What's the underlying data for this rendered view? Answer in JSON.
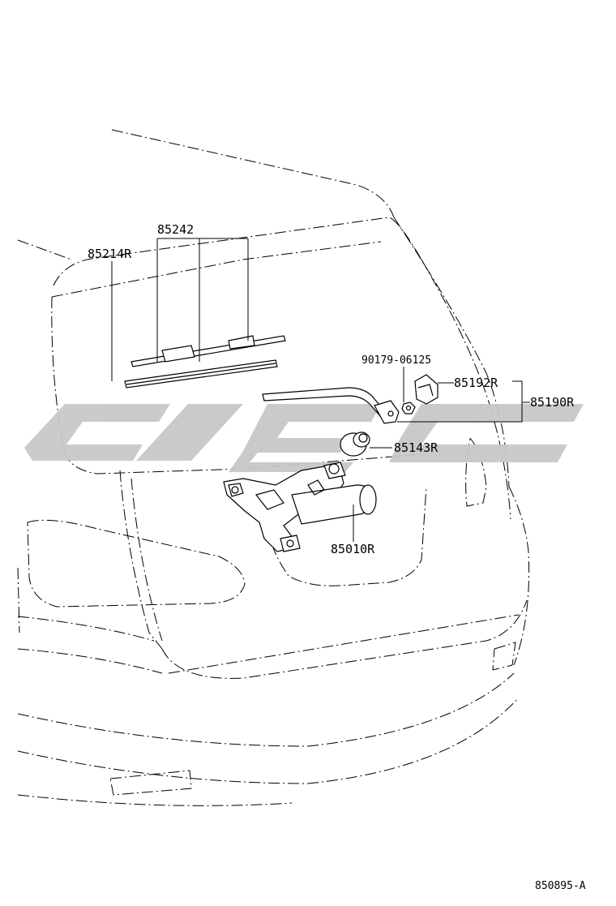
{
  "diagram": {
    "callouts": [
      {
        "id": "blade",
        "text": "85242"
      },
      {
        "id": "blade-assy",
        "text": "85214R"
      },
      {
        "id": "nut",
        "text": "90179-06125"
      },
      {
        "id": "cap",
        "text": "85192R"
      },
      {
        "id": "arm-assy",
        "text": "85190R"
      },
      {
        "id": "grommet",
        "text": "85143R"
      },
      {
        "id": "motor",
        "text": "85010R"
      }
    ],
    "diagram_number": "850895-A"
  },
  "watermark": {
    "color": "#c8c8c8"
  }
}
